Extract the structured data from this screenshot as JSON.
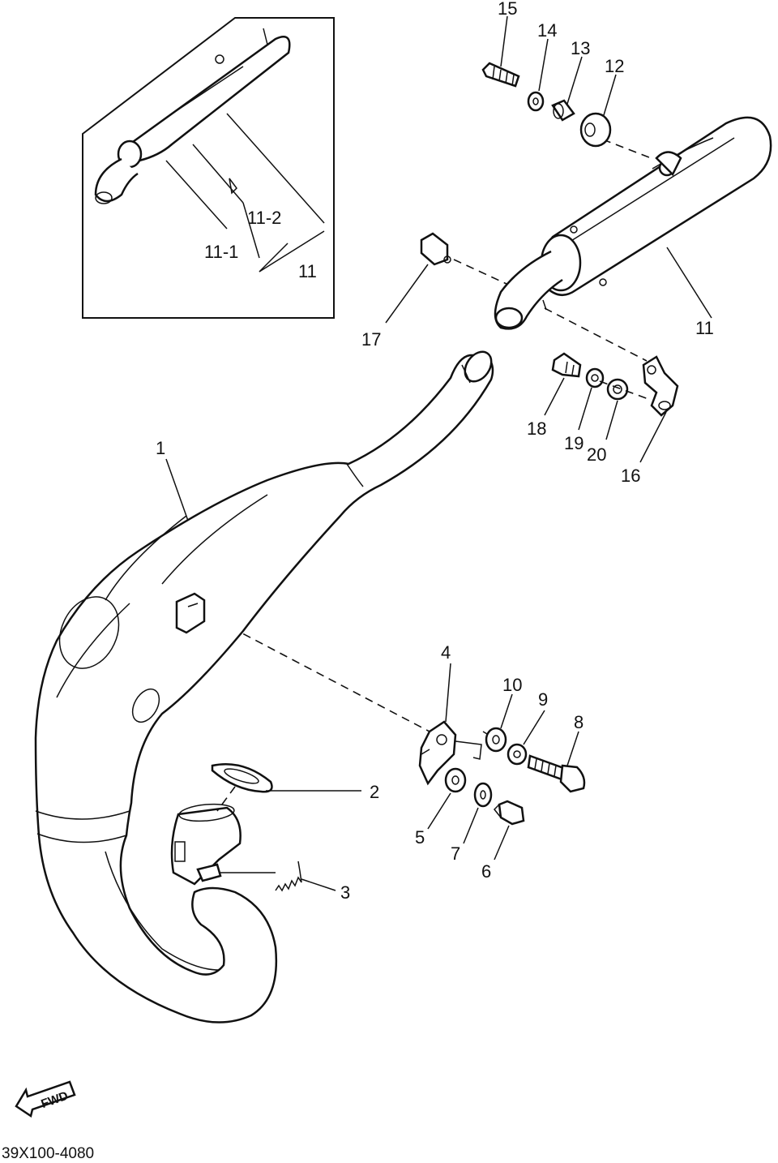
{
  "callouts": {
    "c1": "1",
    "c2": "2",
    "c3": "3",
    "c4": "4",
    "c5": "5",
    "c6": "6",
    "c7": "7",
    "c8": "8",
    "c9": "9",
    "c10": "10",
    "c11": "11",
    "c12": "12",
    "c13": "13",
    "c14": "14",
    "c15": "15",
    "c16": "16",
    "c17": "17",
    "c18": "18",
    "c19": "19",
    "c20": "20"
  },
  "inset": {
    "label_11_1": "11-1",
    "label_11_2": "11-2",
    "label_11": "11"
  },
  "fwd_label": "FWD",
  "diagram_code": "39X100-4080"
}
